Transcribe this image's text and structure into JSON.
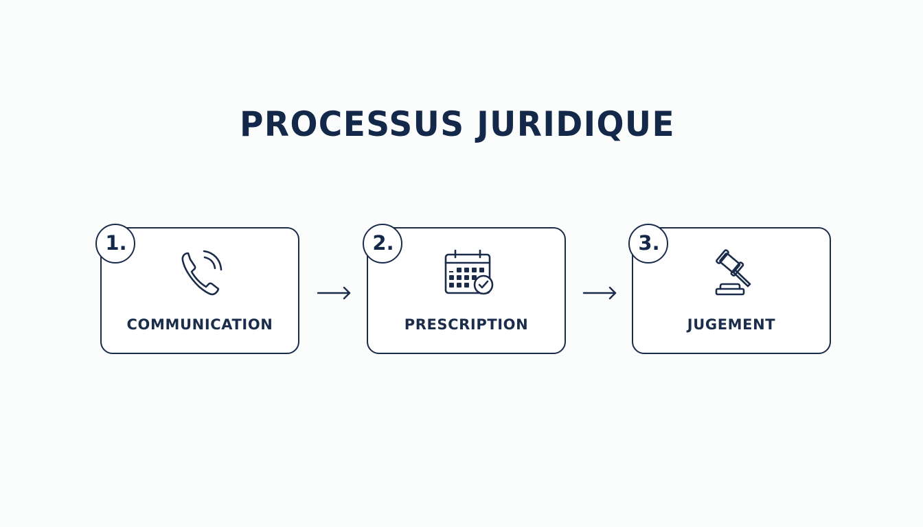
{
  "title": "PROCESSUS JURIDIQUE",
  "colors": {
    "primary": "#14294a",
    "background": "#fbfcfc",
    "card_background": "#ffffff"
  },
  "steps": [
    {
      "number": "1.",
      "label": "COMMUNICATION",
      "icon": "phone-icon"
    },
    {
      "number": "2.",
      "label": "PRESCRIPTION",
      "icon": "calendar-check-icon"
    },
    {
      "number": "3.",
      "label": "JUGEMENT",
      "icon": "gavel-icon"
    }
  ],
  "connectors": [
    {
      "icon": "arrow-right-icon"
    },
    {
      "icon": "arrow-right-icon"
    }
  ]
}
